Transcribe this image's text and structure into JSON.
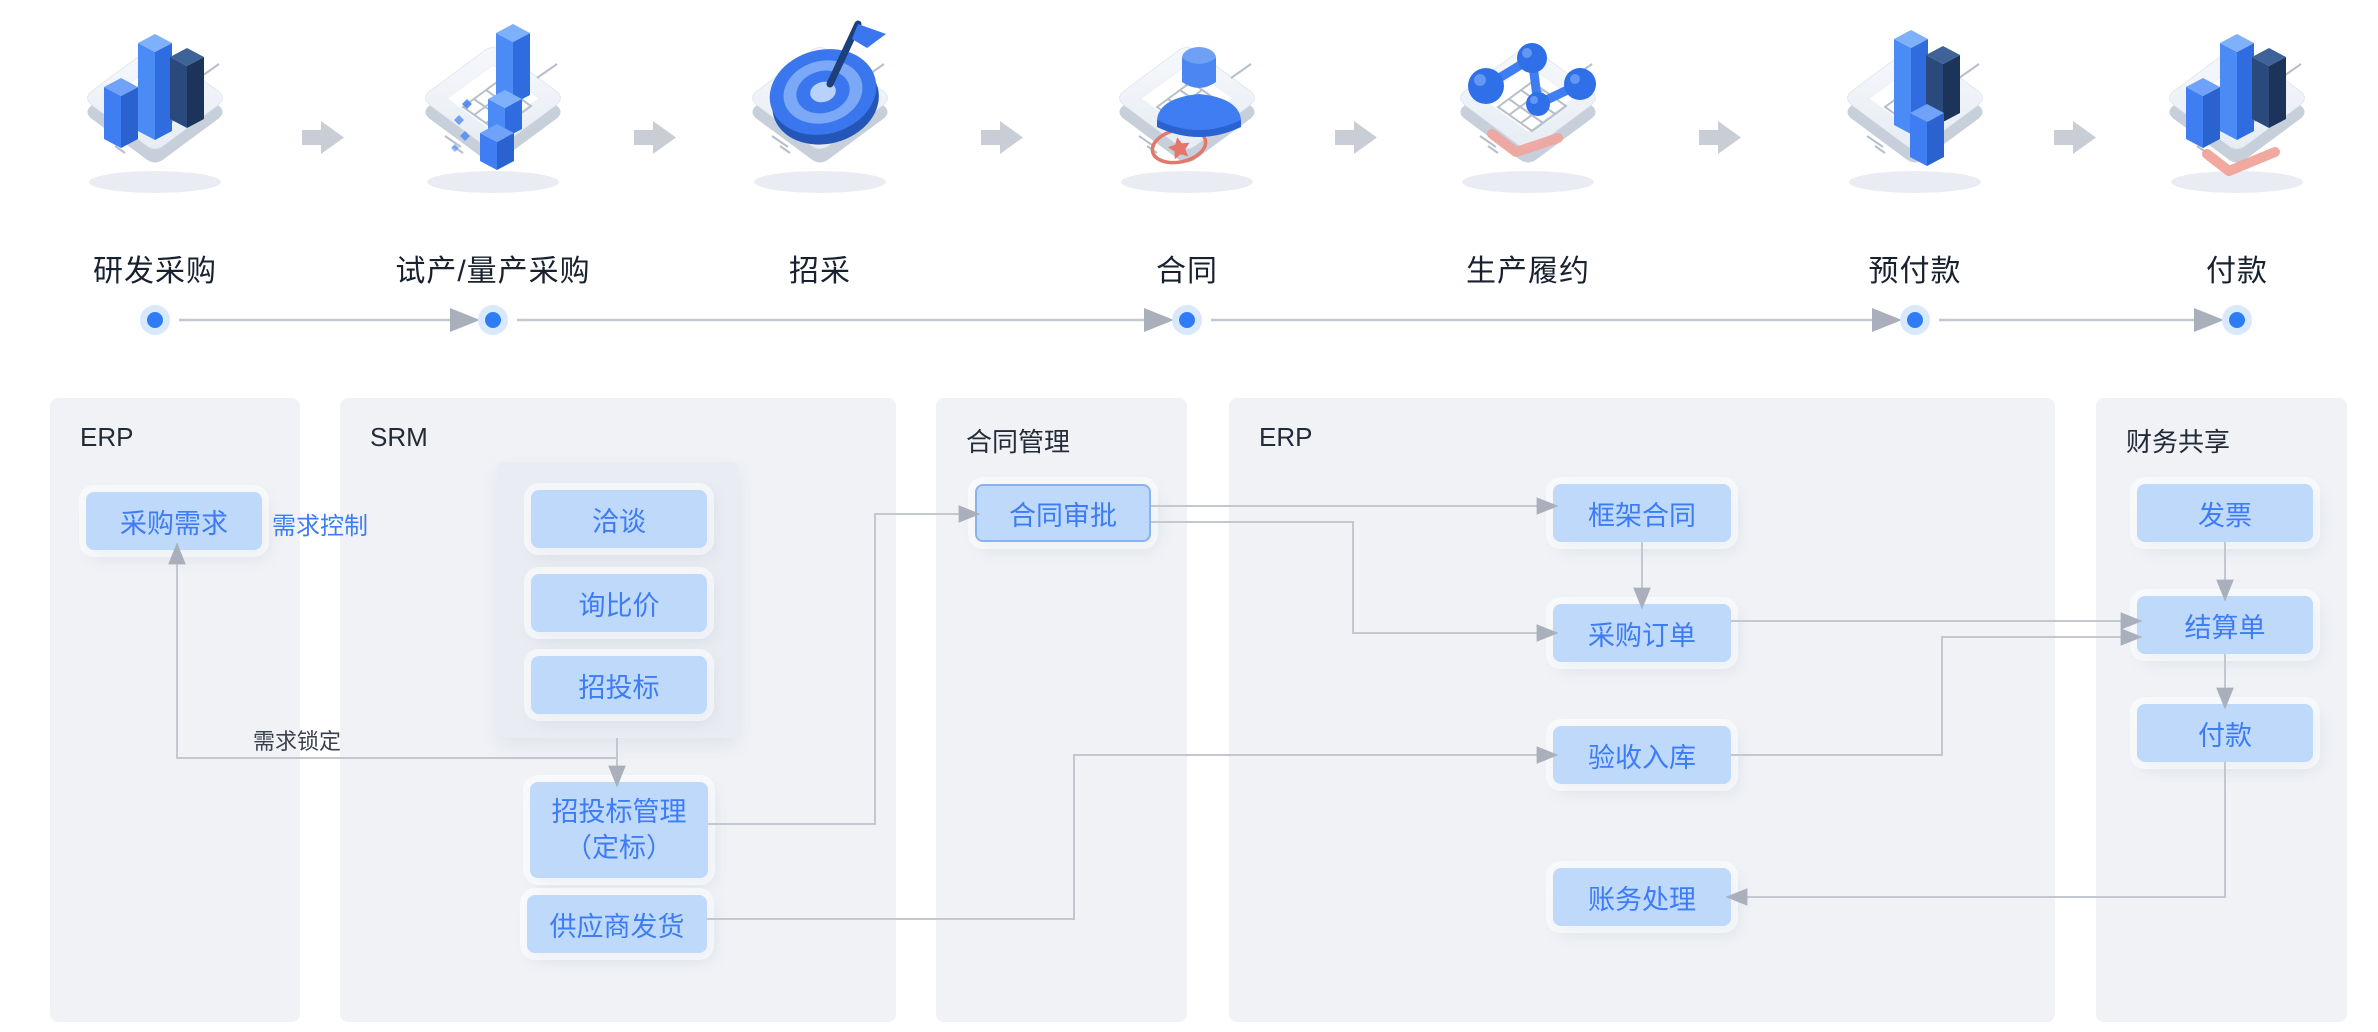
{
  "stages": [
    {
      "label": "研发采购",
      "icon": "bar-chart-tablet-icon",
      "has_dot": true
    },
    {
      "label": "试产/量产采购",
      "icon": "blocks-tablet-icon",
      "has_dot": true
    },
    {
      "label": "招采",
      "icon": "target-dart-tablet-icon",
      "has_dot": false
    },
    {
      "label": "合同",
      "icon": "stamp-tablet-icon",
      "has_dot": true
    },
    {
      "label": "生产履约",
      "icon": "molecule-tablet-icon",
      "has_dot": false
    },
    {
      "label": "预付款",
      "icon": "bars-tablet-icon",
      "has_dot": true
    },
    {
      "label": "付款",
      "icon": "bars-check-tablet-icon",
      "has_dot": true
    }
  ],
  "timeline": {
    "dot_stages": [
      0,
      1,
      3,
      5,
      6
    ]
  },
  "lanes": [
    {
      "label": "ERP"
    },
    {
      "label": "SRM"
    },
    {
      "label": "合同管理"
    },
    {
      "label": "ERP"
    },
    {
      "label": "财务共享"
    }
  ],
  "nodes": {
    "purchase_request": "采购需求",
    "negotiation": "洽谈",
    "inquiry": "询比价",
    "bidding": "招投标",
    "bid_management_line1": "招投标管理",
    "bid_management_line2": "（定标）",
    "supplier_delivery": "供应商发货",
    "contract_approval": "合同审批",
    "frame_contract": "框架合同",
    "purchase_order": "采购订单",
    "goods_receipt": "验收入库",
    "accounting": "账务处理",
    "invoice": "发票",
    "settlement": "结算单",
    "payment": "付款"
  },
  "annotations": {
    "demand_control": "需求控制",
    "demand_lock": "需求锁定"
  },
  "edges": [
    {
      "from": "srm-process-group",
      "to": "bid-management"
    },
    {
      "from": "srm-process-group",
      "to": "purchase-request",
      "label": "需求锁定"
    },
    {
      "from": "bid-management",
      "to": "contract-approval"
    },
    {
      "from": "contract-approval",
      "to": "frame-contract"
    },
    {
      "from": "contract-approval",
      "to": "purchase-order"
    },
    {
      "from": "frame-contract",
      "to": "purchase-order"
    },
    {
      "from": "supplier-delivery",
      "to": "goods-receipt"
    },
    {
      "from": "purchase-order",
      "to": "settlement"
    },
    {
      "from": "goods-receipt",
      "to": "settlement"
    },
    {
      "from": "invoice",
      "to": "settlement"
    },
    {
      "from": "settlement",
      "to": "payment"
    },
    {
      "from": "payment",
      "to": "accounting"
    }
  ],
  "colors": {
    "node_fill": "#bed9fa",
    "node_text": "#3e7cf6",
    "lane_bg": "#f0f2f6",
    "inner_panel_bg": "#e9ecf2",
    "line_gray": "#c3c8d0",
    "arrowhead_gray": "#a9b0bb",
    "dot_blue": "#2e7cf6",
    "dot_halo": "#d9e9fd",
    "accent_blue": "#3f7df2",
    "accent_navy": "#22406f",
    "accent_red": "#e4766b"
  }
}
